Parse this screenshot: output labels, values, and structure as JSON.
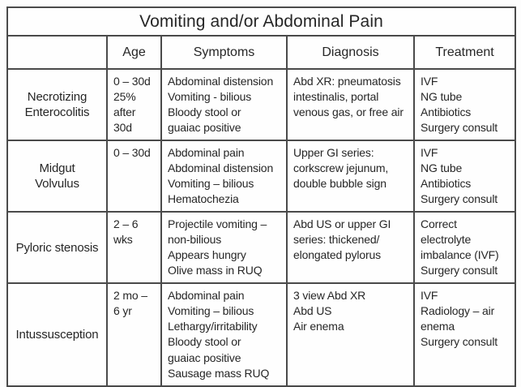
{
  "title": "Vomiting and/or Abdominal Pain",
  "headers": {
    "condition": "",
    "age": "Age",
    "symptoms": "Symptoms",
    "diagnosis": "Diagnosis",
    "treatment": "Treatment"
  },
  "rows": [
    {
      "condition": "Necrotizing\nEnterocolitis",
      "age": "0 – 30d\n25%\nafter\n30d",
      "symptoms": "Abdominal distension\nVomiting - bilious\nBloody stool or\nguaiac positive",
      "diagnosis": "Abd XR: pneumatosis\nintestinalis, portal\nvenous gas, or free air",
      "treatment": "IVF\nNG tube\nAntibiotics\nSurgery consult"
    },
    {
      "condition": "Midgut\nVolvulus",
      "age": "0 – 30d",
      "symptoms": "Abdominal pain\nAbdominal distension\nVomiting – bilious\nHematochezia",
      "diagnosis": "Upper GI series:\ncorkscrew jejunum,\ndouble bubble sign",
      "treatment": "IVF\nNG tube\nAntibiotics\nSurgery consult"
    },
    {
      "condition": "Pyloric stenosis",
      "age": "2 – 6\nwks",
      "symptoms": "Projectile vomiting –\nnon-bilious\nAppears hungry\nOlive mass in RUQ",
      "diagnosis": "Abd US or upper GI\nseries: thickened/\nelongated pylorus",
      "treatment": "Correct\nelectrolyte\nimbalance (IVF)\nSurgery consult"
    },
    {
      "condition": "Intussusception",
      "age": "2 mo –\n6 yr",
      "symptoms": "Abdominal pain\nVomiting – bilious\nLethargy/irritability\nBloody stool or\nguaiac positive\nSausage mass RUQ",
      "diagnosis": "3 view Abd XR\nAbd US\nAir enema",
      "treatment": "IVF\nRadiology – air\nenema\nSurgery consult"
    }
  ],
  "colors": {
    "border": "#4a4a4a",
    "text": "#262626",
    "background": "#fdfdfd"
  }
}
